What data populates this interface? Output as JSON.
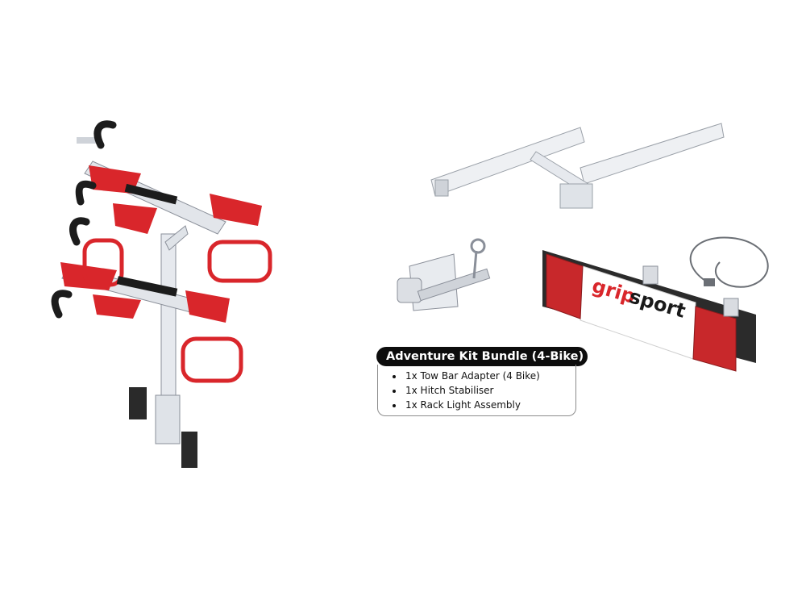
{
  "bundle": {
    "title": "Adventure Kit Bundle (4-Bike)",
    "items": [
      "1x Tow Bar Adapter (4 Bike)",
      "1x Hitch Stabiliser",
      "1x Rack Light Assembly"
    ]
  },
  "light_board": {
    "brand_part1": "grip",
    "brand_part2": "sport"
  },
  "colors": {
    "rack_red": "#d9262b",
    "metal": "#e9ecef",
    "light_red": "#c8282b"
  }
}
